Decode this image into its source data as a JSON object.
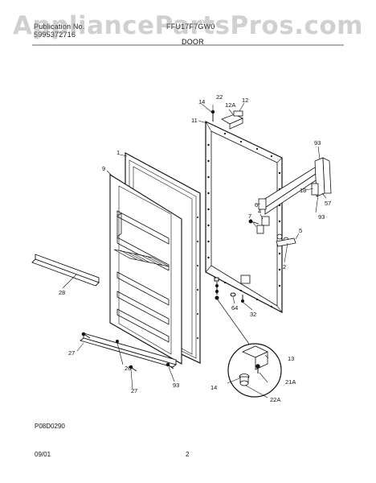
{
  "watermark": "AppliancePartsPros.com",
  "header": {
    "left_line1": "Publication No.",
    "left_line2": "5995372716",
    "center_line1": "FFU17F7GW0",
    "center_line2": "DOOR"
  },
  "footer": {
    "code": "P08D0290",
    "date": "09/01",
    "page": "2"
  },
  "callouts": [
    "22",
    "14",
    "12A",
    "12",
    "11",
    "93",
    "1",
    "9",
    "18",
    "57",
    "6",
    "93",
    "5",
    "4",
    "7",
    "2",
    "28",
    "64",
    "32",
    "13",
    "27",
    "26",
    "21A",
    "14",
    "27",
    "93",
    "22A"
  ]
}
